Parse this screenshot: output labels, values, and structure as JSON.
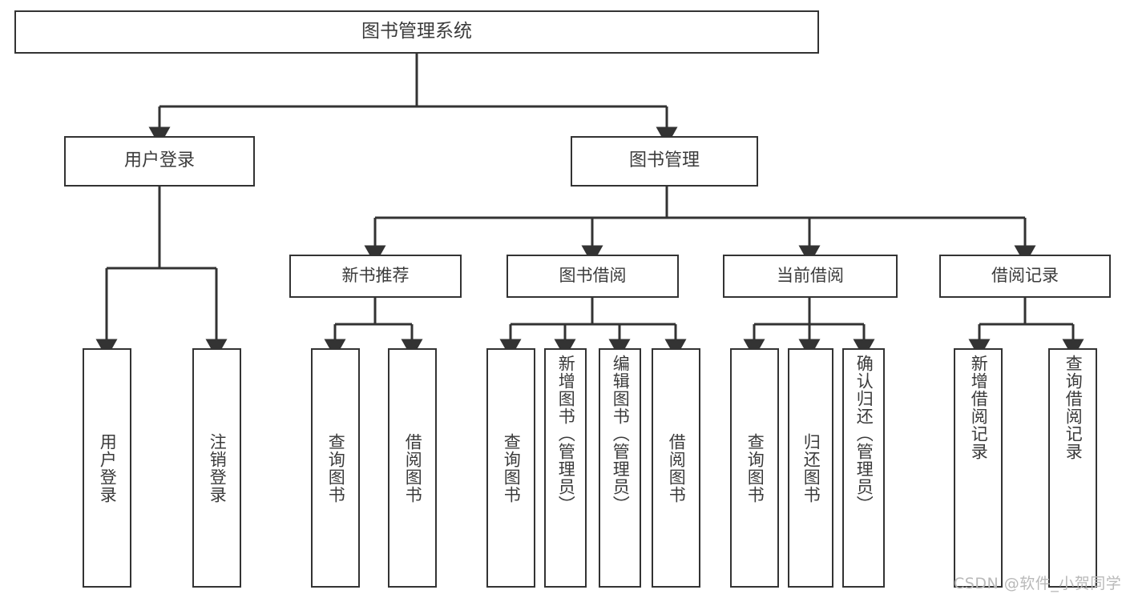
{
  "diagram": {
    "type": "tree",
    "title": "图书管理系统",
    "orientation": "top-down",
    "colors": {
      "box_border": "#333333",
      "box_fill": "#ffffff",
      "text": "#3b3b3b",
      "edge": "#333333",
      "watermark": "#b9b9b9"
    },
    "nodes": {
      "root": {
        "label": "图书管理系统"
      },
      "user_login": {
        "label": "用户登录"
      },
      "book_manage": {
        "label": "图书管理"
      },
      "new_book_rec": {
        "label": "新书推荐"
      },
      "book_borrow": {
        "label": "图书借阅"
      },
      "current_borrow": {
        "label": "当前借阅"
      },
      "borrow_record": {
        "label": "借阅记录"
      },
      "leaf_user_login": {
        "label": "用户登录"
      },
      "leaf_logout": {
        "label": "注销登录"
      },
      "leaf_query_book_1": {
        "label": "查询图书"
      },
      "leaf_borrow_book_1": {
        "label": "借阅图书"
      },
      "leaf_query_book_2": {
        "label": "查询图书"
      },
      "leaf_add_book": {
        "label": "新增图书（管理员）"
      },
      "leaf_edit_book": {
        "label": "编辑图书（管理员）"
      },
      "leaf_borrow_book_2": {
        "label": "借阅图书"
      },
      "leaf_query_book_3": {
        "label": "查询图书"
      },
      "leaf_return_book": {
        "label": "归还图书"
      },
      "leaf_confirm_return": {
        "label": "确认归还（管理员）"
      },
      "leaf_add_record": {
        "label": "新增借阅记录"
      },
      "leaf_query_record": {
        "label": "查询借阅记录"
      }
    },
    "edges": [
      {
        "from": "root",
        "to": "user_login"
      },
      {
        "from": "root",
        "to": "book_manage"
      },
      {
        "from": "user_login",
        "to": "leaf_user_login"
      },
      {
        "from": "user_login",
        "to": "leaf_logout"
      },
      {
        "from": "book_manage",
        "to": "new_book_rec"
      },
      {
        "from": "book_manage",
        "to": "book_borrow"
      },
      {
        "from": "book_manage",
        "to": "current_borrow"
      },
      {
        "from": "book_manage",
        "to": "borrow_record"
      },
      {
        "from": "new_book_rec",
        "to": "leaf_query_book_1"
      },
      {
        "from": "new_book_rec",
        "to": "leaf_borrow_book_1"
      },
      {
        "from": "book_borrow",
        "to": "leaf_query_book_2"
      },
      {
        "from": "book_borrow",
        "to": "leaf_add_book"
      },
      {
        "from": "book_borrow",
        "to": "leaf_edit_book"
      },
      {
        "from": "book_borrow",
        "to": "leaf_borrow_book_2"
      },
      {
        "from": "current_borrow",
        "to": "leaf_query_book_3"
      },
      {
        "from": "current_borrow",
        "to": "leaf_return_book"
      },
      {
        "from": "current_borrow",
        "to": "leaf_confirm_return"
      },
      {
        "from": "borrow_record",
        "to": "leaf_add_record"
      },
      {
        "from": "borrow_record",
        "to": "leaf_query_record"
      }
    ]
  },
  "watermark": {
    "text": "CSDN @软件_小贺同学"
  }
}
